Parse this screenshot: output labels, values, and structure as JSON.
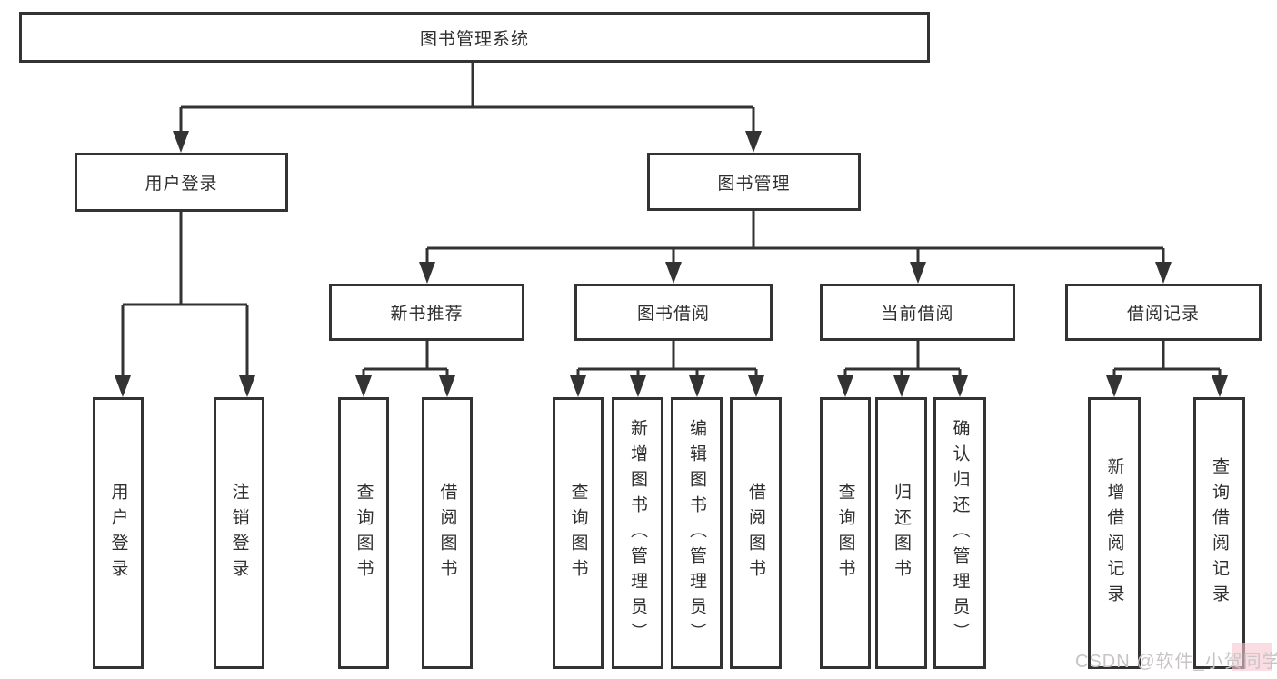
{
  "diagram": {
    "root": "图书管理系统",
    "level2": [
      "用户登录",
      "图书管理"
    ],
    "level3": [
      "新书推荐",
      "图书借阅",
      "当前借阅",
      "借阅记录"
    ],
    "level4_groups": {
      "login": [
        "用户登录",
        "注销登录"
      ],
      "recommend": [
        "查询图书",
        "借阅图书"
      ],
      "borrow": [
        "查询图书",
        "新增图书（管理员）",
        "编辑图书（管理员）",
        "借阅图书"
      ],
      "current": [
        "查询图书",
        "归还图书",
        "确认归还（管理员）"
      ],
      "records": [
        "新增借阅记录",
        "查询借阅记录"
      ]
    }
  },
  "watermark": "CSDN @软件_小贺同学",
  "colors": {
    "line": "#333333",
    "text": "#2f2f2f",
    "box_fill": "#ffffff",
    "watermark_text": "#c8c4c4",
    "watermark_accent": "#f6c6cf",
    "background": "#ffffff"
  }
}
